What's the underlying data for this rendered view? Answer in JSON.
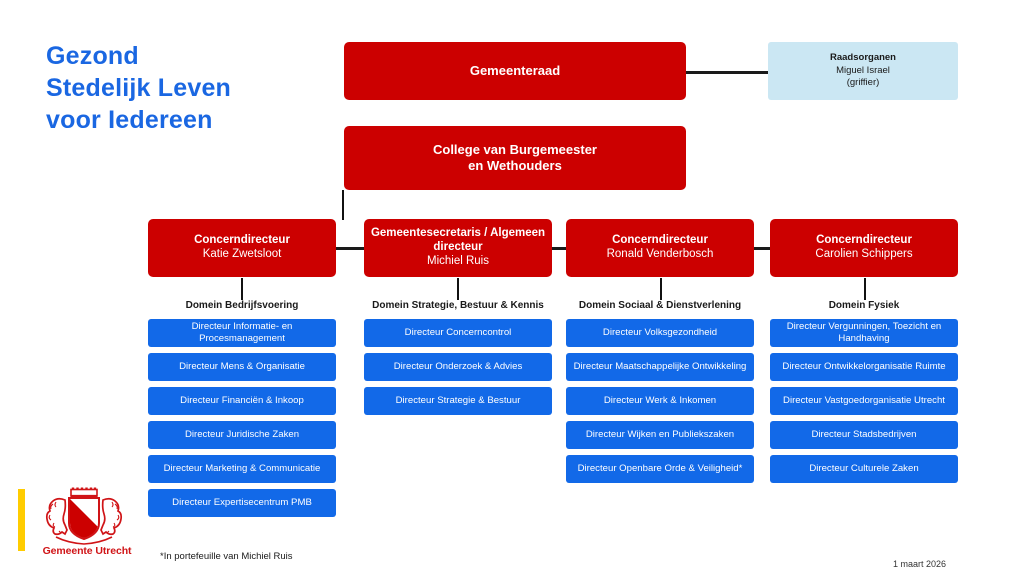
{
  "title": {
    "lines": [
      "Gezond",
      "Stedelijk Leven",
      "voor Iedereen"
    ],
    "color": "#1A67E2"
  },
  "colors": {
    "red": "#CC0000",
    "blue": "#1269E8",
    "light_blue": "#CBE7F3",
    "title_blue": "#1A67E2",
    "logo_red": "#D01417",
    "logo_yellow": "#FFCC00",
    "line": "#1A1A1A"
  },
  "top": {
    "council": {
      "title": "Gemeenteraad"
    },
    "council_bodies": {
      "title": "Raadsorganen",
      "person": "Miguel Israel",
      "role": "(griffier)"
    },
    "college": {
      "title_line1": "College van Burgemeester",
      "title_line2": "en Wethouders"
    }
  },
  "directors": [
    {
      "title": "Concerndirecteur",
      "name": "Katie Zwetsloot"
    },
    {
      "title_line1": "Gemeentesecretaris / Algemeen",
      "title_line2": "directeur",
      "name": "Michiel Ruis"
    },
    {
      "title": "Concerndirecteur",
      "name": "Ronald Venderbosch"
    },
    {
      "title": "Concerndirecteur",
      "name": "Carolien Schippers"
    }
  ],
  "domains": [
    {
      "label": "Domein Bedrijfsvoering",
      "items": [
        "Directeur Informatie- en Procesmanagement",
        "Directeur Mens & Organisatie",
        "Directeur Financiën & Inkoop",
        "Directeur Juridische Zaken",
        "Directeur Marketing & Communicatie",
        "Directeur Expertisecentrum PMB"
      ]
    },
    {
      "label": "Domein Strategie, Bestuur & Kennis",
      "items": [
        "Directeur Concerncontrol",
        "Directeur Onderzoek & Advies",
        "Directeur Strategie & Bestuur"
      ]
    },
    {
      "label": "Domein Sociaal & Dienstverlening",
      "items": [
        "Directeur Volksgezondheid",
        "Directeur Maatschappelijke Ontwikkeling",
        "Directeur Werk & Inkomen",
        "Directeur Wijken en Publiekszaken",
        "Directeur Openbare Orde & Veiligheid*"
      ]
    },
    {
      "label": "Domein Fysiek",
      "items": [
        "Directeur Vergunningen, Toezicht en Handhaving",
        "Directeur Ontwikkelorganisatie Ruimte",
        "Directeur Vastgoedorganisatie Utrecht",
        "Directeur Stadsbedrijven",
        "Directeur Culturele Zaken"
      ]
    }
  ],
  "footer": {
    "footnote": "*In portefeuille van Michiel Ruis",
    "date": "1 maart 2026",
    "logo_text": "Gemeente Utrecht"
  }
}
